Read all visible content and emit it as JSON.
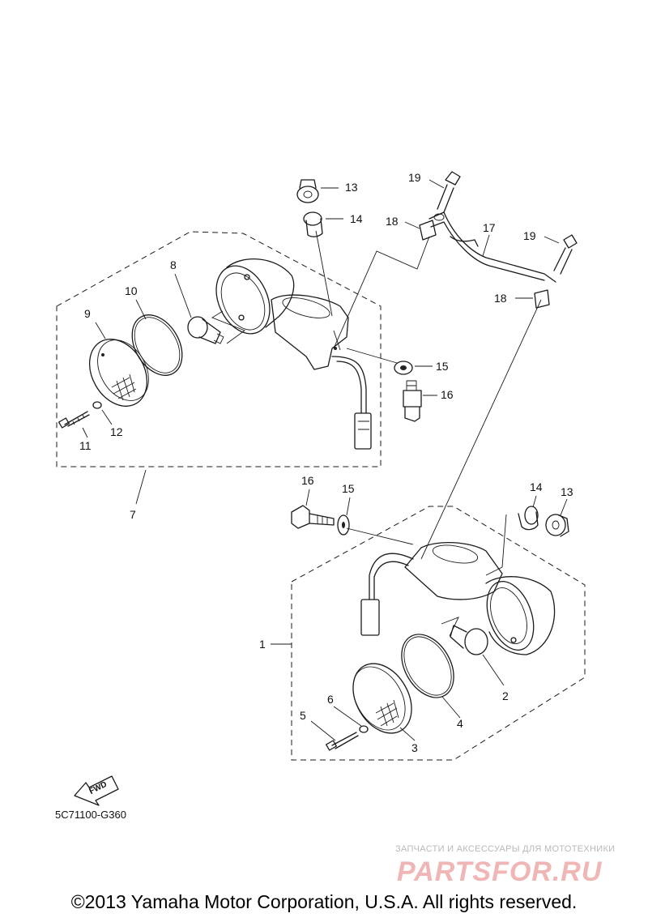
{
  "diagram": {
    "labels": {
      "p1": "1",
      "p2": "2",
      "p3": "3",
      "p4": "4",
      "p5": "5",
      "p6": "6",
      "p7": "7",
      "p8": "8",
      "p9": "9",
      "p10": "10",
      "p11": "11",
      "p12": "12",
      "p13_top": "13",
      "p14_top": "14",
      "p15_top": "15",
      "p16_top": "16",
      "p13_bottom": "13",
      "p14_bottom": "14",
      "p15_bottom": "15",
      "p16_bottom": "16",
      "p17": "17",
      "p18_top": "18",
      "p18_bottom": "18",
      "p19_top": "19",
      "p19_bottom": "19"
    },
    "fwd_arrow_text": "FWD",
    "diagram_code": "5C71100-G360",
    "watermark_tagline": "ЗАПЧАСТИ И АКСЕССУАРЫ ДЛЯ МОТОТЕХНИКИ",
    "watermark_logo": "PARTSFOR.RU",
    "copyright": "©2013 Yamaha Motor Corporation, U.S.A. All rights reserved."
  },
  "colors": {
    "line": "#1a1a1a",
    "watermark_logo": "#f0b6b6",
    "watermark_tagline": "#b9b9b9"
  }
}
